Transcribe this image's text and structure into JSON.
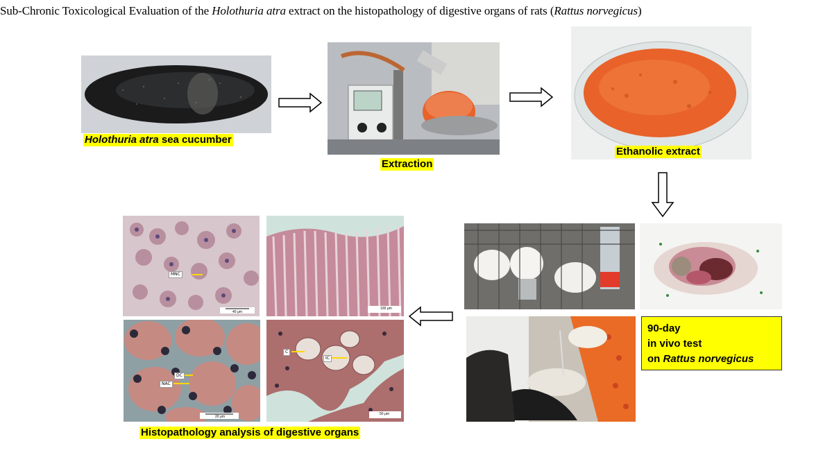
{
  "title": {
    "part1": "Sub-Chronic Toxicological Evaluation of the ",
    "species": "Holothuria atra",
    "part2": " extract on the histopathology of digestive organs of rats (",
    "rat_species": "Rattus norvegicus",
    "part3": ")"
  },
  "steps": {
    "cucumber": {
      "label_italic": "Holothuria atra",
      "label_rest": " sea cucumber"
    },
    "extraction": {
      "label": "Extraction"
    },
    "extract": {
      "label": "Ethanolic extract"
    },
    "invivo": {
      "line1": "90-day",
      "line2": "in vivo test",
      "line3_prefix": "on ",
      "line3_italic": "Rattus norvegicus"
    },
    "histo": {
      "label": "Histopathology analysis of digestive organs"
    }
  },
  "micrographs": {
    "a": {
      "tag": "MNC",
      "scale": "40 μm"
    },
    "b": {
      "scale": "100 μm"
    },
    "c": {
      "tag1": "DC",
      "tag2": "NAC",
      "scale": "20 μm"
    },
    "d": {
      "tag1": "C",
      "tag2": "IC",
      "scale": "50 μm"
    }
  },
  "colors": {
    "highlight": "#ffff00",
    "extract_orange": "#e8622a",
    "stain_pink": "#c9869a"
  }
}
